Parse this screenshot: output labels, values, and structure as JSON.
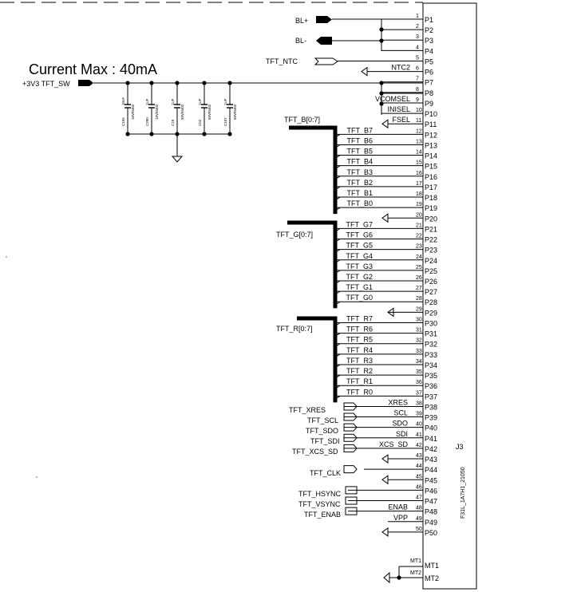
{
  "title": "Current Max : 40mA",
  "power_net": "+3V3 TFT_SW",
  "connector": {
    "ref": "J3",
    "part": "F31L_1A7H1_21050",
    "pins": [
      {
        "num": "1",
        "name": "P1",
        "net": "BL+"
      },
      {
        "num": "2",
        "name": "P2",
        "net": ""
      },
      {
        "num": "3",
        "name": "P3",
        "net": "BL-"
      },
      {
        "num": "4",
        "name": "P4",
        "net": ""
      },
      {
        "num": "5",
        "name": "P5",
        "net": "TFT_NTC"
      },
      {
        "num": "6",
        "name": "P6",
        "net": "NTC2"
      },
      {
        "num": "7",
        "name": "P7",
        "net": ""
      },
      {
        "num": "8",
        "name": "P8",
        "net": ""
      },
      {
        "num": "9",
        "name": "P9",
        "net": "VCOMSEL"
      },
      {
        "num": "10",
        "name": "P10",
        "net": "INISEL"
      },
      {
        "num": "11",
        "name": "P11",
        "net": "FSEL"
      },
      {
        "num": "12",
        "name": "P12",
        "net": "TFT_B7"
      },
      {
        "num": "13",
        "name": "P13",
        "net": "TFT_B6"
      },
      {
        "num": "14",
        "name": "P14",
        "net": "TFT_B5"
      },
      {
        "num": "15",
        "name": "P15",
        "net": "TFT_B4"
      },
      {
        "num": "16",
        "name": "P16",
        "net": "TFT_B3"
      },
      {
        "num": "17",
        "name": "P17",
        "net": "TFT_B2"
      },
      {
        "num": "18",
        "name": "P18",
        "net": "TFT_B1"
      },
      {
        "num": "19",
        "name": "P19",
        "net": "TFT_B0"
      },
      {
        "num": "20",
        "name": "P20",
        "net": ""
      },
      {
        "num": "21",
        "name": "P21",
        "net": "TFT_G7"
      },
      {
        "num": "22",
        "name": "P22",
        "net": "TFT_G6"
      },
      {
        "num": "23",
        "name": "P23",
        "net": "TFT_G5"
      },
      {
        "num": "24",
        "name": "P24",
        "net": "TFT_G4"
      },
      {
        "num": "25",
        "name": "P25",
        "net": "TFT_G3"
      },
      {
        "num": "26",
        "name": "P26",
        "net": "TFT_G2"
      },
      {
        "num": "27",
        "name": "P27",
        "net": "TFT_G1"
      },
      {
        "num": "28",
        "name": "P28",
        "net": "TFT_G0"
      },
      {
        "num": "29",
        "name": "P29",
        "net": ""
      },
      {
        "num": "30",
        "name": "P30",
        "net": "TFT_R7"
      },
      {
        "num": "31",
        "name": "P31",
        "net": "TFT_R6"
      },
      {
        "num": "32",
        "name": "P32",
        "net": "TFT_R5"
      },
      {
        "num": "33",
        "name": "P33",
        "net": "TFT_R4"
      },
      {
        "num": "34",
        "name": "P34",
        "net": "TFT_R3"
      },
      {
        "num": "35",
        "name": "P35",
        "net": "TFT_R2"
      },
      {
        "num": "36",
        "name": "P36",
        "net": "TFT_R1"
      },
      {
        "num": "37",
        "name": "P37",
        "net": "TFT_R0"
      },
      {
        "num": "38",
        "name": "P38",
        "net": "XRES"
      },
      {
        "num": "39",
        "name": "P39",
        "net": "SCL"
      },
      {
        "num": "40",
        "name": "P40",
        "net": "SDO"
      },
      {
        "num": "41",
        "name": "P41",
        "net": "SDI"
      },
      {
        "num": "42",
        "name": "P42",
        "net": "XCS_SD"
      },
      {
        "num": "43",
        "name": "P43",
        "net": ""
      },
      {
        "num": "44",
        "name": "P44",
        "net": ""
      },
      {
        "num": "45",
        "name": "P45",
        "net": ""
      },
      {
        "num": "46",
        "name": "P46",
        "net": ""
      },
      {
        "num": "47",
        "name": "P47",
        "net": ""
      },
      {
        "num": "48",
        "name": "P48",
        "net": "ENAB"
      },
      {
        "num": "49",
        "name": "P49",
        "net": "VPP"
      },
      {
        "num": "50",
        "name": "P50",
        "net": ""
      }
    ],
    "mounts": [
      {
        "num": "MT1",
        "name": "MT1"
      },
      {
        "num": "MT2",
        "name": "MT2"
      }
    ]
  },
  "buses": [
    {
      "label": "TFT_B[0:7]"
    },
    {
      "label": "TFT_G[0:7]"
    },
    {
      "label": "TFT_R[0:7]"
    }
  ],
  "ports": {
    "bl_plus": "BL+",
    "bl_minus": "BL-",
    "tft_ntc": "TFT_NTC",
    "xres": "TFT_XRES",
    "scl": "TFT_SCL",
    "sdo": "TFT_SDO",
    "sdi": "TFT_SDI",
    "xcs": "TFT_XCS_SD",
    "clk": "TFT_CLK",
    "hsync": "TFT_HSYNC",
    "vsync": "TFT_VSYNC",
    "enab": "TFT_ENAB"
  },
  "capacitors": [
    {
      "ref": "C155",
      "value": "10uF",
      "rating": "16V/0402"
    },
    {
      "ref": "C200",
      "value": "1UF",
      "rating": "16V/0402"
    },
    {
      "ref": "C16",
      "value": "1UF",
      "rating": "50V/0402"
    },
    {
      "ref": "C52",
      "value": "1UF",
      "rating": "50V/0402"
    },
    {
      "ref": "C107",
      "value": "1UF",
      "rating": "50V/0402"
    }
  ],
  "colors": {
    "line": "#000000",
    "background": "#ffffff"
  }
}
